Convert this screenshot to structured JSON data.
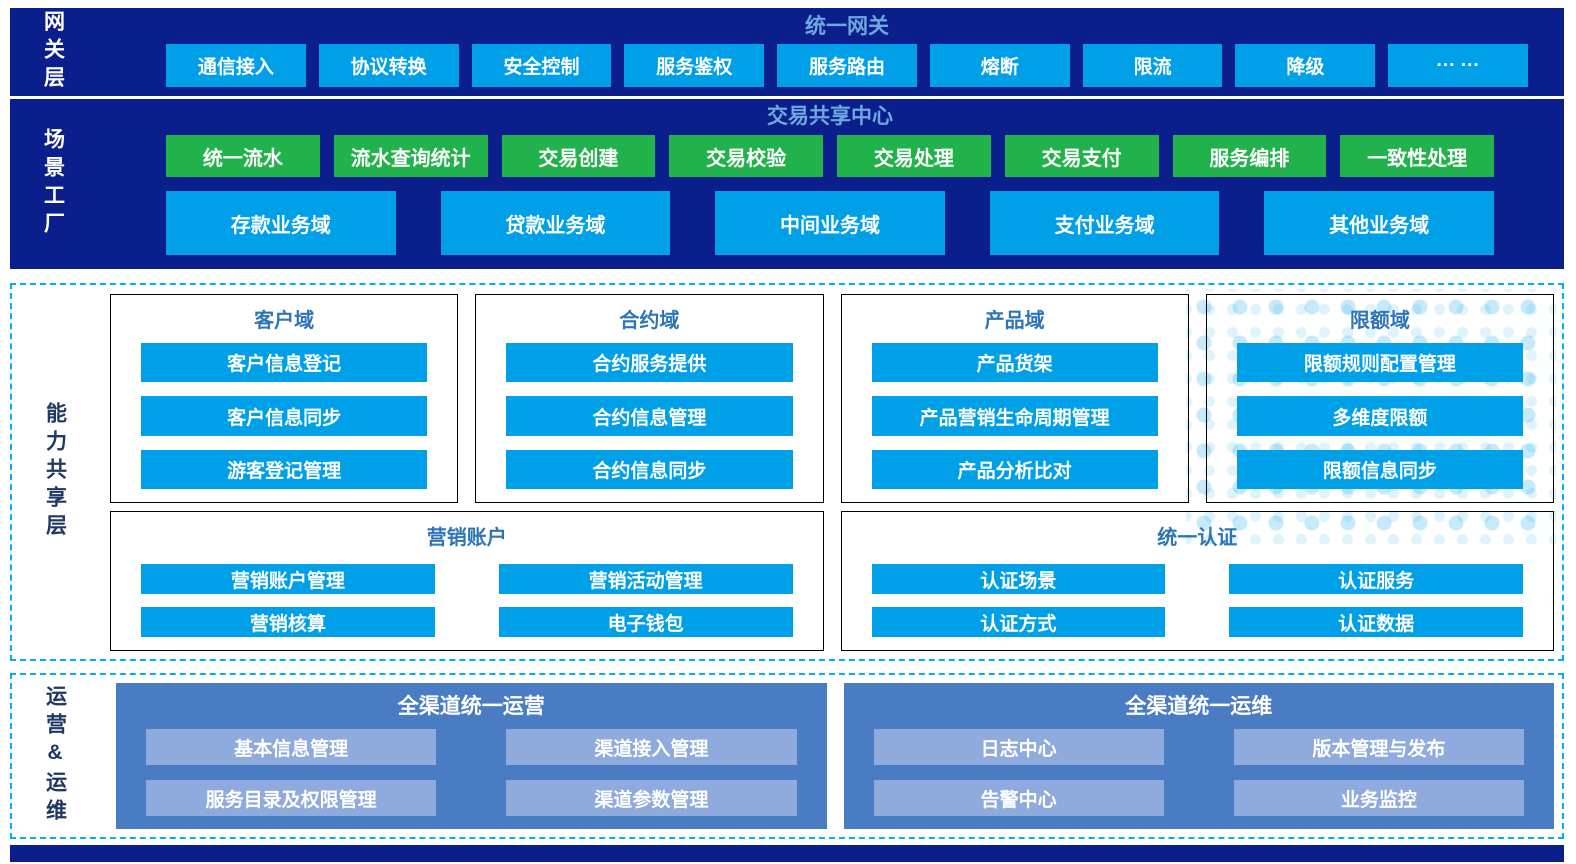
{
  "colors": {
    "navy_background": "#0a1e8c",
    "cyan_block": "#00a0e9",
    "green_block": "#21b24c",
    "section_title_blue": "#6fa8dc",
    "group_title_blue": "#2e75b6",
    "ops_box_blue": "#4a7cc4",
    "ops_item_blue": "#8faadc",
    "dashed_border_cyan": "#00b0f0",
    "side_label_navy": "#1f3864"
  },
  "gateway": {
    "layer_label": "网关层",
    "title": "统一网关",
    "items": [
      "通信接入",
      "协议转换",
      "安全控制",
      "服务鉴权",
      "服务路由",
      "熔断",
      "限流",
      "降级",
      "··· ···"
    ]
  },
  "scenario": {
    "layer_label": "场景工厂",
    "title": "交易共享中心",
    "green_items": [
      "统一流水",
      "流水查询统计",
      "交易创建",
      "交易校验",
      "交易处理",
      "交易支付",
      "服务编排",
      "一致性处理"
    ],
    "domain_items": [
      "存款业务域",
      "贷款业务域",
      "中间业务域",
      "支付业务域",
      "其他业务域"
    ]
  },
  "capability": {
    "layer_label": "能力共享层",
    "groups": [
      {
        "title": "客户域",
        "items": [
          "客户信息登记",
          "客户信息同步",
          "游客登记管理"
        ]
      },
      {
        "title": "合约域",
        "items": [
          "合约服务提供",
          "合约信息管理",
          "合约信息同步"
        ]
      },
      {
        "title": "产品域",
        "items": [
          "产品货架",
          "产品营销生命周期管理",
          "产品分析比对"
        ]
      },
      {
        "title": "限额域",
        "items": [
          "限额规则配置管理",
          "多维度限额",
          "限额信息同步"
        ]
      },
      {
        "title": "营销账户",
        "items": [
          "营销账户管理",
          "营销活动管理",
          "营销核算",
          "电子钱包"
        ]
      },
      {
        "title": "统一认证",
        "items": [
          "认证场景",
          "认证服务",
          "认证方式",
          "认证数据"
        ]
      }
    ]
  },
  "operations": {
    "layer_label": "运营&运维",
    "groups": [
      {
        "title": "全渠道统一运营",
        "items": [
          "基本信息管理",
          "渠道接入管理",
          "服务目录及权限管理",
          "渠道参数管理"
        ]
      },
      {
        "title": "全渠道统一运维",
        "items": [
          "日志中心",
          "版本管理与发布",
          "告警中心",
          "业务监控"
        ]
      }
    ]
  }
}
